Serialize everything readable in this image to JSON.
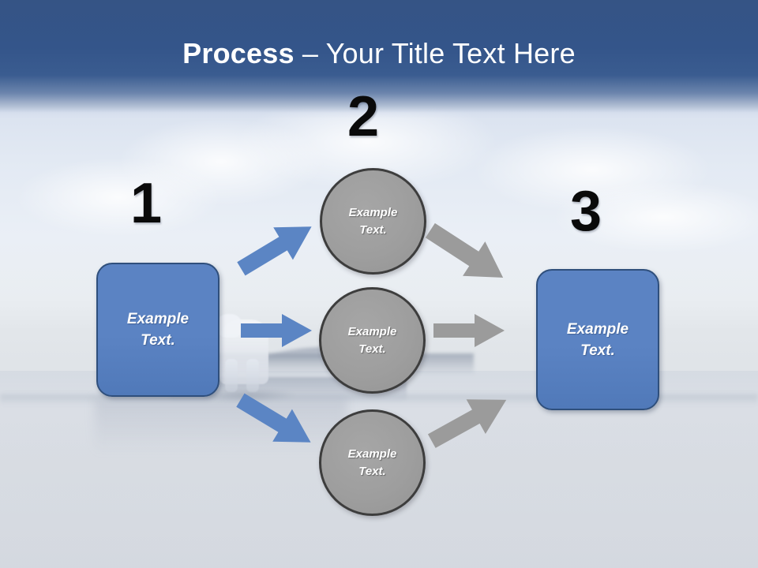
{
  "slide": {
    "title": {
      "strong": "Process",
      "rest": " – Your Title Text Here"
    }
  },
  "steps": [
    {
      "number": "1",
      "label": "Example\nText."
    },
    {
      "number": "2",
      "label": "Example\nText."
    },
    {
      "number": "3",
      "label": "Example\nText."
    }
  ],
  "numbers": {
    "one": "1",
    "two": "2",
    "three": "3"
  },
  "boxes": {
    "left": {
      "line1": "Example",
      "line2": "Text."
    },
    "right": {
      "line1": "Example",
      "line2": "Text."
    }
  },
  "circles": {
    "top": {
      "line1": "Example",
      "line2": "Text."
    },
    "middle": {
      "line1": "Example",
      "line2": "Text."
    },
    "bottom": {
      "line1": "Example",
      "line2": "Text."
    }
  },
  "colors": {
    "header_blue": "#35558a",
    "box_blue": "#5b83c3",
    "box_border": "#2f4f7c",
    "circle_gray": "#9e9e9e",
    "circle_border": "#3d3d3d",
    "arrow_blue": "#5b85c4",
    "arrow_gray": "#9b9b9b",
    "number_black": "#0a0a0a",
    "background_sky": "#dfe4ec"
  },
  "icons": {
    "arrow_up_right": "arrow-up-right-icon",
    "arrow_right": "arrow-right-icon",
    "arrow_down_right": "arrow-down-right-icon"
  }
}
